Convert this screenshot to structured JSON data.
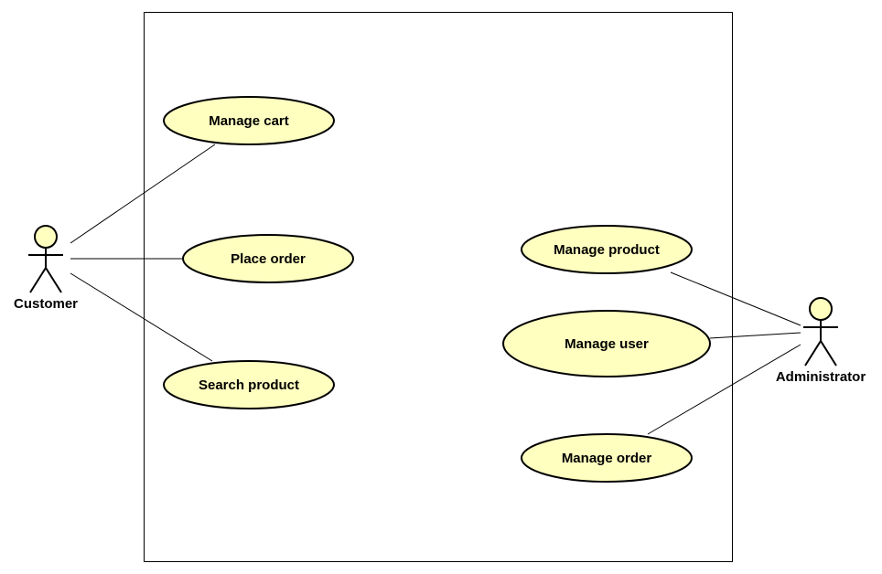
{
  "colors": {
    "use_case_fill": "#ffffc0",
    "actor_fill": "#ffffc0",
    "stroke": "#000000",
    "background": "#ffffff"
  },
  "actors": {
    "customer": {
      "label": "Customer"
    },
    "administrator": {
      "label": "Administrator"
    }
  },
  "use_cases": {
    "manage_cart": {
      "label": "Manage cart"
    },
    "place_order": {
      "label": "Place order"
    },
    "search_product": {
      "label": "Search product"
    },
    "manage_product": {
      "label": "Manage product"
    },
    "manage_user": {
      "label": "Manage user"
    },
    "manage_order": {
      "label": "Manage order"
    }
  },
  "associations": [
    {
      "from": "Customer",
      "to": "Manage cart"
    },
    {
      "from": "Customer",
      "to": "Place order"
    },
    {
      "from": "Customer",
      "to": "Search product"
    },
    {
      "from": "Administrator",
      "to": "Manage product"
    },
    {
      "from": "Administrator",
      "to": "Manage user"
    },
    {
      "from": "Administrator",
      "to": "Manage order"
    }
  ]
}
